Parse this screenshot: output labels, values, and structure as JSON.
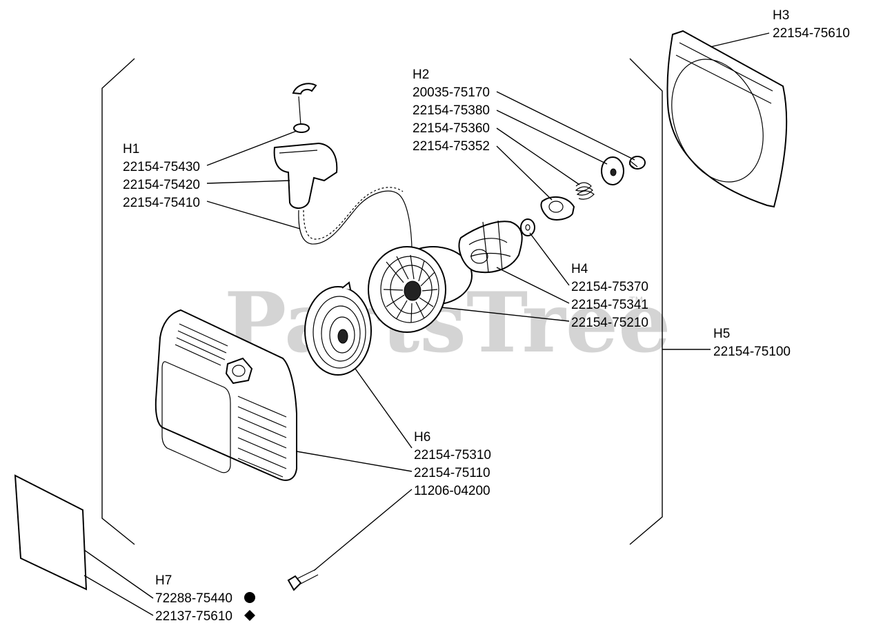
{
  "watermark": {
    "text": "PartsTree",
    "trademark": "TM"
  },
  "callouts": {
    "h1": {
      "group": "H1",
      "parts": [
        "22154-75430",
        "22154-75420",
        "22154-75410"
      ]
    },
    "h2": {
      "group": "H2",
      "parts": [
        "20035-75170",
        "22154-75380",
        "22154-75360",
        "22154-75352"
      ]
    },
    "h3": {
      "group": "H3",
      "parts": [
        "22154-75610"
      ]
    },
    "h4": {
      "group": "H4",
      "parts": [
        "22154-75370",
        "22154-75341",
        "22154-75210"
      ]
    },
    "h5": {
      "group": "H5",
      "parts": [
        "22154-75100"
      ]
    },
    "h6": {
      "group": "H6",
      "parts": [
        "22154-75310",
        "22154-75110",
        "11206-04200"
      ]
    },
    "h7": {
      "group": "H7",
      "parts": [
        "72288-75440",
        "22137-75610"
      ],
      "symbols": [
        "circle",
        "diamond"
      ]
    }
  }
}
